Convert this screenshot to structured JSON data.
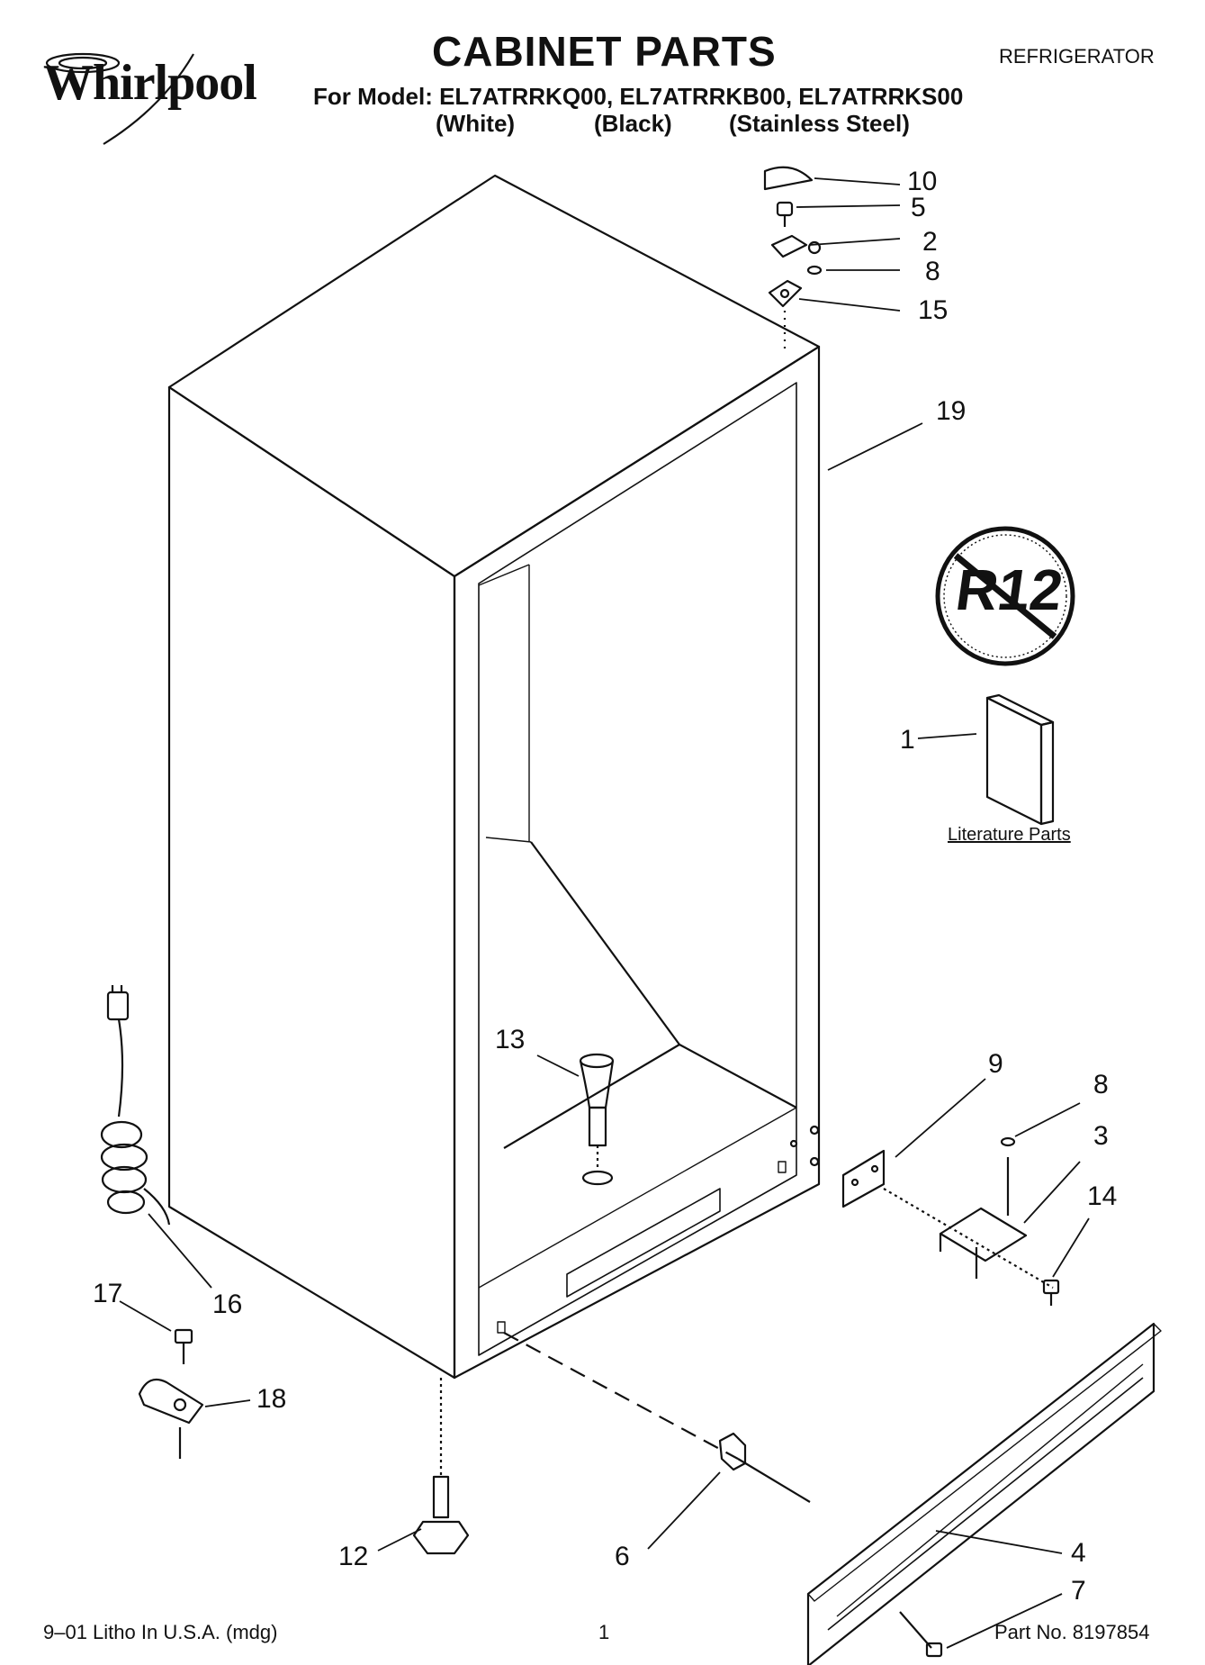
{
  "header": {
    "brand": "Whirlpool",
    "title": "CABINET PARTS",
    "category": "REFRIGERATOR",
    "models_line": "For Model: EL7ATRRKQ00, EL7ATRRKB00, EL7ATRRKS00",
    "variants": [
      "(White)",
      "(Black)",
      "(Stainless Steel)"
    ]
  },
  "diagram": {
    "callouts": [
      "10",
      "5",
      "2",
      "8",
      "15",
      "19",
      "1",
      "13",
      "9",
      "8",
      "3",
      "14",
      "16",
      "17",
      "18",
      "12",
      "6",
      "4",
      "7"
    ],
    "literature_label": "Literature Parts",
    "badge_text": "R12"
  },
  "footer": {
    "left": "9–01 Litho In U.S.A. (mdg)",
    "center": "1",
    "right": "Part No. 8197854"
  }
}
